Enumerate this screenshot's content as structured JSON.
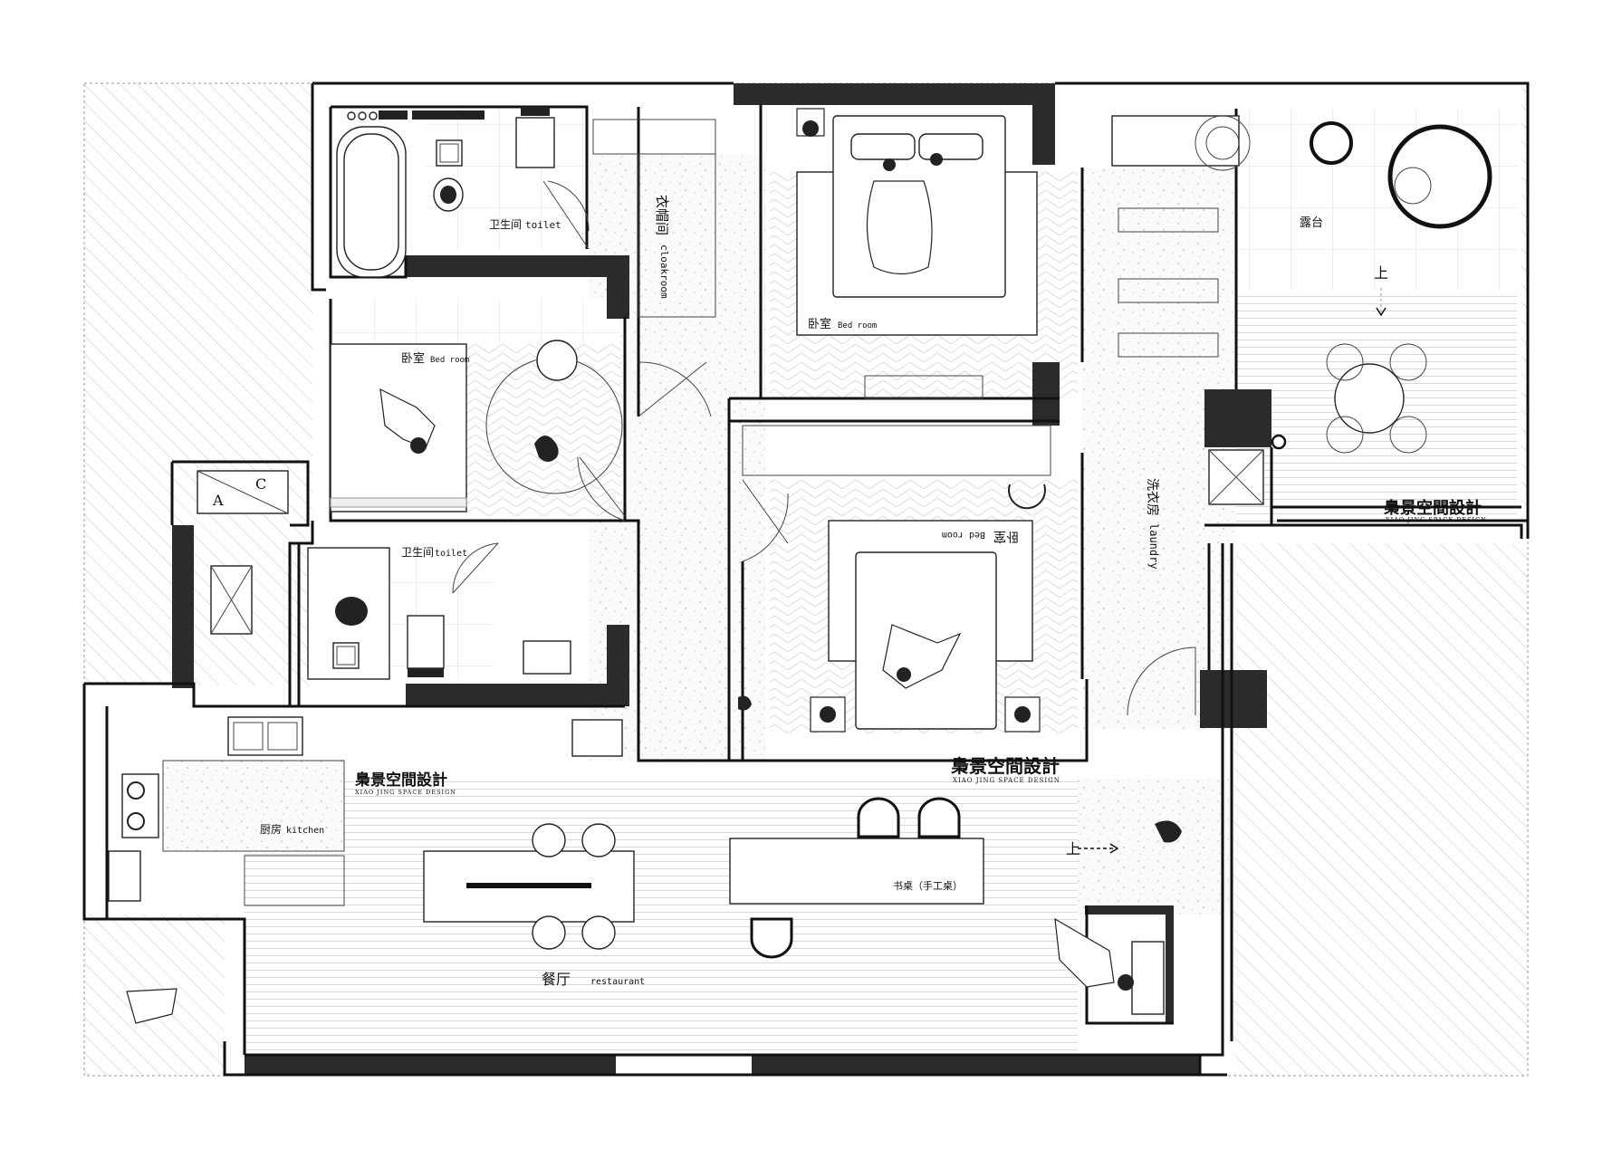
{
  "rooms": {
    "toilet_top": {
      "zh": "卫生间",
      "en": "toilet"
    },
    "cloakroom": {
      "zh": "衣帽间",
      "en": "cloakroom"
    },
    "bedroom_master": {
      "zh": "卧室",
      "en": "Bed room"
    },
    "bedroom_left": {
      "zh": "卧室",
      "en": "Bed room"
    },
    "bedroom_mid": {
      "zh": "卧室",
      "en": "Bed room"
    },
    "toilet_mid": {
      "zh": "卫生间",
      "en": "toilet"
    },
    "laundry": {
      "zh": "洗衣房",
      "en": "laundry"
    },
    "terrace": {
      "zh": "露台"
    },
    "kitchen": {
      "zh": "厨房",
      "en": "kitchen"
    },
    "restaurant": {
      "zh": "餐厅",
      "en": "restaurant"
    },
    "desk": {
      "zh": "书桌（手工桌）"
    }
  },
  "ac_unit": {
    "a": "A",
    "c": "C"
  },
  "stairs": {
    "up_terrace": "上",
    "up_hall": "上"
  },
  "brand": {
    "zh": "梟景空間設計",
    "en": "XIAO JING SPACE DESIGN"
  },
  "colors": {
    "wall": "#2b2b2b",
    "floor_hatch": "#bfbfbf",
    "line": "#111111"
  }
}
